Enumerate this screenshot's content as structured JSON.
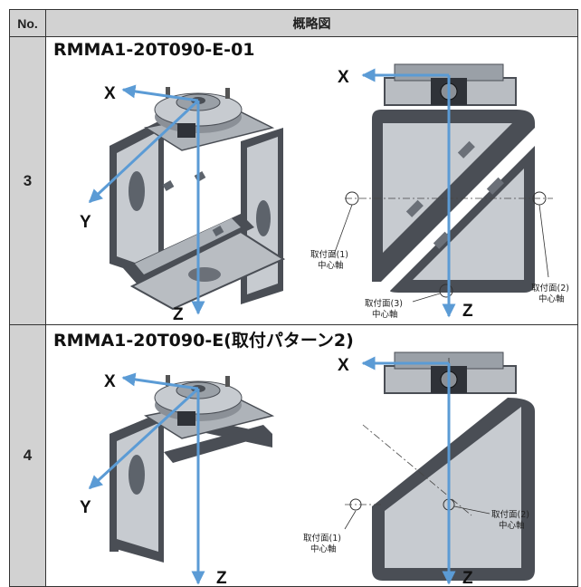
{
  "header": {
    "no_label": "No.",
    "figure_label": "概略図"
  },
  "rows": [
    {
      "no": "3",
      "title": "RMMA1-20T090-E-01",
      "left_axes": {
        "x": "X",
        "y": "Y",
        "z": "Z"
      },
      "right_axes": {
        "x": "X",
        "z": "Z"
      },
      "notes": {
        "face1": [
          "取付面(1)",
          "中心軸"
        ],
        "face2": [
          "取付面(2)",
          "中心軸"
        ],
        "face3": [
          "取付面(3)",
          "中心軸"
        ]
      }
    },
    {
      "no": "4",
      "title": "RMMA1-20T090-E(取付パターン2)",
      "left_axes": {
        "x": "X",
        "y": "Y",
        "z": "Z"
      },
      "right_axes": {
        "x": "X",
        "z": "Z"
      },
      "notes": {
        "face1": [
          "取付面(1)",
          "中心軸"
        ],
        "face2": [
          "取付面(2)",
          "中心軸"
        ]
      }
    }
  ],
  "colors": {
    "header_bg": "#d2d2d2",
    "axis_arrow": "#5b9bd5",
    "metal": "#b9bdc2",
    "frame": "#4a4e55"
  }
}
